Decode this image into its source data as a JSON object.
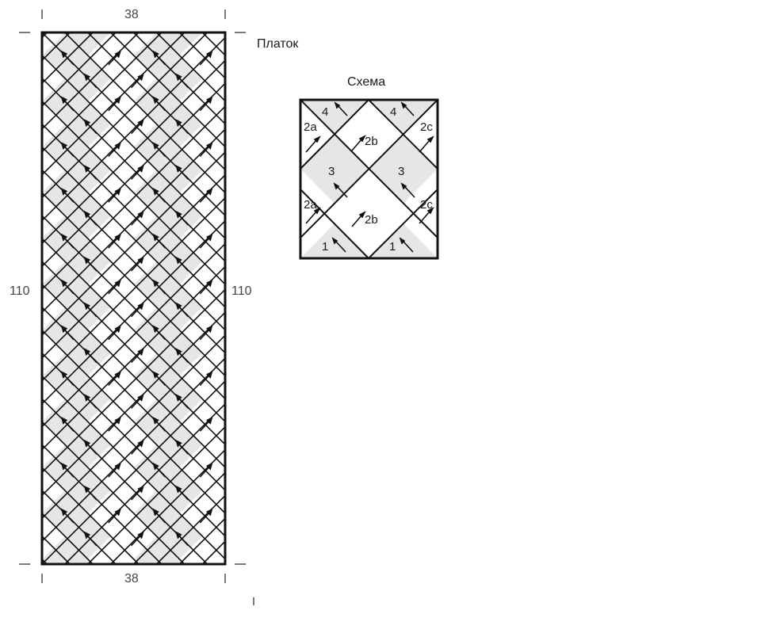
{
  "shawl": {
    "title": "Платок",
    "width_label_top": "38",
    "width_label_bottom": "38",
    "height_label_left": "110",
    "height_label_right": "110"
  },
  "scheme": {
    "title": "Схема",
    "tiles": [
      {
        "label": "4",
        "shaded": true
      },
      {
        "label": "4",
        "shaded": true
      },
      {
        "label": "2a",
        "shaded": false
      },
      {
        "label": "2c",
        "shaded": false
      },
      {
        "label": "2b",
        "shaded": false
      },
      {
        "label": "3",
        "shaded": true
      },
      {
        "label": "3",
        "shaded": true
      },
      {
        "label": "2a",
        "shaded": false
      },
      {
        "label": "2c",
        "shaded": false
      },
      {
        "label": "2b",
        "shaded": false
      },
      {
        "label": "1",
        "shaded": true
      },
      {
        "label": "1",
        "shaded": true
      }
    ]
  },
  "colors": {
    "outline": "#111111",
    "shaded_fill": "#e6e6e6",
    "background": "#ffffff"
  }
}
